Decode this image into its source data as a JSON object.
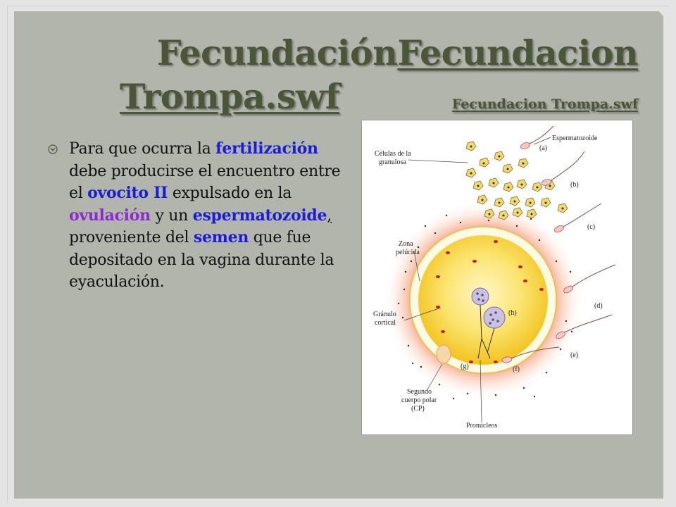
{
  "title": {
    "part1_plain": "Fecundación",
    "part1_link": "Fecundacion",
    "part2_link": "Trompa.swf",
    "small_link": "Fecundacion Trompa.swf"
  },
  "bullet": {
    "s1": "Para que ocurra la ",
    "fertilizacion": "fertilización",
    "s2": " debe producirse el encuentro entre el ",
    "ovocito": "ovocito II",
    "s3": " expulsado en la ",
    "ovulacion": "ovulación",
    "s4": " y un ",
    "espermatozoide": "espermatozoide",
    "comma": ",",
    "s5": " proveniente del ",
    "semen": "semen",
    "s6": " que fue depositado en la vagina durante la eyaculación."
  },
  "figure": {
    "labels": {
      "espermatozoide": "Espermatozoide",
      "celulas_1": "Células de la",
      "celulas_2": "granulosa",
      "zona_1": "Zona",
      "zona_2": "pelúcida",
      "granulo_1": "Gránulo",
      "granulo_2": "cortical",
      "segundo_1": "Segundo",
      "segundo_2": "cuerpo polar",
      "segundo_3": "(CP)",
      "pronucleos": "Pronúcleos",
      "a": "(a)",
      "b": "(b)",
      "c": "(c)",
      "d": "(d)",
      "e": "(e)",
      "f": "(f)",
      "g": "(g)",
      "h": "(h)"
    }
  },
  "colors": {
    "background_outer": "#e4e4e4",
    "background_panel": "#b1b5ac",
    "title_color": "#4b5639",
    "highlight_blue": "#1c1cd6",
    "highlight_purple": "#8a2ad0",
    "egg_yellow": "#f9d63a",
    "corona_orange": "#f5a27e"
  },
  "icons": {
    "bullet": "circle-arrow-bullet-icon"
  }
}
